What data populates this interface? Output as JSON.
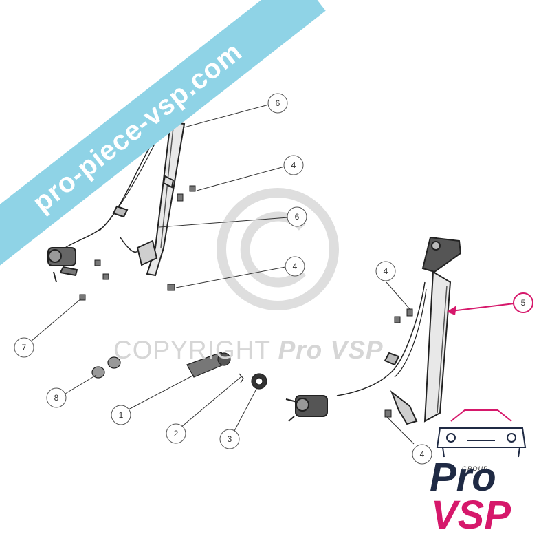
{
  "banner": {
    "text": "pro-piece-vsp.com",
    "color": "#8fd3e6"
  },
  "watermark": {
    "prefix": "COPYRIGHT",
    "brand": "Pro VSP",
    "symbol": "©"
  },
  "callouts": [
    "1",
    "2",
    "3",
    "4",
    "4",
    "4",
    "4",
    "5",
    "6",
    "6",
    "7",
    "8"
  ],
  "highlight_callout": {
    "label": "5",
    "color": "#d6186b"
  },
  "logo": {
    "group_label": "GROUP",
    "pro": "Pro",
    "vsp": "VSP",
    "accent_color": "#d6186b",
    "dark_color": "#1f2a44"
  }
}
